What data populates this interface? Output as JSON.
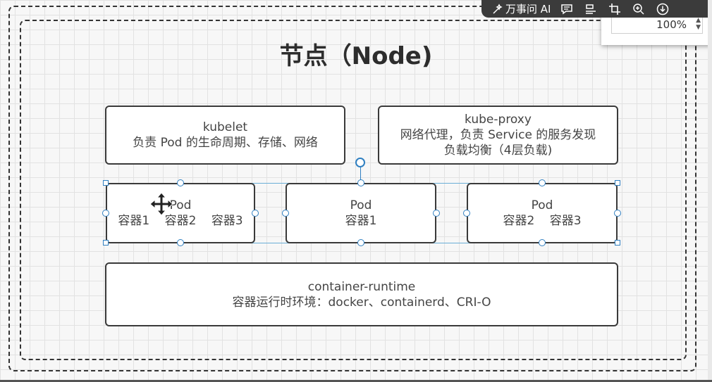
{
  "diagram": {
    "title": "节点（Node)",
    "kubelet": {
      "name": "kubelet",
      "desc": "负责 Pod 的生命周期、存储、网络"
    },
    "kube_proxy": {
      "name": "kube-proxy",
      "desc1": "网络代理，负责 Service 的服务发现",
      "desc2": "负载均衡（4层负载)"
    },
    "pods": [
      {
        "label": "Pod",
        "containers": [
          "容器1",
          "容器2",
          "容器3"
        ]
      },
      {
        "label": "Pod",
        "containers": [
          "容器1"
        ]
      },
      {
        "label": "Pod",
        "containers": [
          "容器2",
          "容器3"
        ]
      }
    ],
    "runtime": {
      "name": "container-runtime",
      "desc": "容器运行时环境：docker、containerd、CRI-O"
    }
  },
  "toolbar": {
    "ai_label": "万事问 AI",
    "zoom": "100%"
  },
  "colors": {
    "selection": "#2f7fc1",
    "border": "#3a3a3a",
    "toolbar_bg": "#3b3b3b"
  }
}
